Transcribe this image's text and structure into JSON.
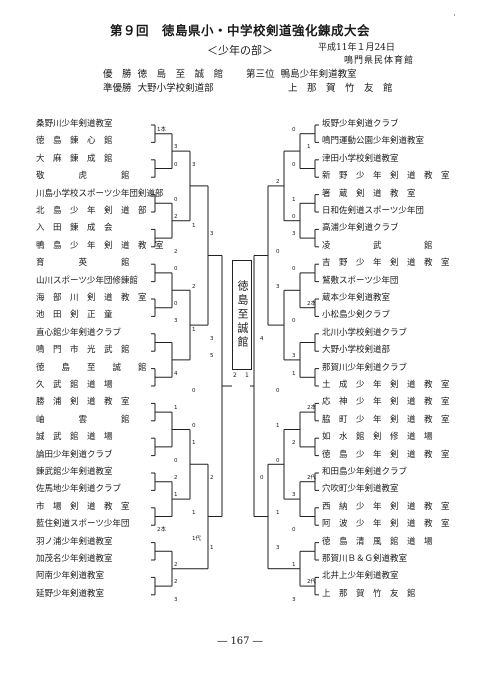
{
  "header": {
    "title": "第９回　徳島県小・中学校剣道強化錬成大会",
    "subtitle": "＜少年の部＞",
    "date": "平成11年１月24日",
    "venue": "鳴門県民体育館",
    "corner_mark": "・"
  },
  "results": [
    {
      "rank": "優　勝",
      "team": "徳　島　至　誠　館"
    },
    {
      "rank": "第三位",
      "team": "鴨島少年剣道教室"
    },
    {
      "rank": "準優勝",
      "team": "大野小学校剣道部"
    },
    {
      "rank": "",
      "team": "上　那　賀　竹　友　館"
    }
  ],
  "left_teams": [
    "桑野川少年剣道教室",
    "徳　島　錬　心　館",
    "大　麻　錬　成　館",
    "敬　　　　虎　　　　館",
    "川島小学校スポーツ少年団剣道部",
    "北　島　少　年　剣　道　部",
    "入　田　錬　成　会",
    "鴨　島　少　年　剣　道　教　室",
    "育　　　　英　　　　館",
    "山川スポーツ少年団修錬館",
    "海　部　川　剣　道　教　室",
    "池　田　剣　正　童",
    "直心館少年剣道クラブ",
    "鳴　門　市　光　武　館",
    "徳　　島　　至　　誠　　館",
    "久　武　館　道　場",
    "勝　浦　剣　道　教　室",
    "岫　　　　雲　　　　館",
    "誠　武　館　道　場",
    "論田少年剣道クラブ",
    "錬武館少年剣道教室",
    "佐馬地少年剣道クラブ",
    "市　場　剣　道　教　室",
    "藍住剣道スポーツ少年団",
    "羽ノ浦少年剣道教室",
    "加茂名少年剣道教室",
    "阿南少年剣道教室",
    "延野少年剣道教室"
  ],
  "right_teams": [
    "坂野少年剣道クラブ",
    "鳴門運動公園少年剣道教室",
    "津田小学校剣道教室",
    "新　野　少　年　剣　道　教　室",
    "箸　蔵　剣　道　教　室",
    "日和佐剣道スポーツ少年団",
    "高浦少年剣道クラブ",
    "凌　　　　　武　　　　　館",
    "吉　野　少　年　剣　道　教　室",
    "鷲敷スポーツ少年団",
    "蔵本少年剣道教室",
    "小松島少剣クラブ",
    "北川小学校剣道クラブ",
    "大野小学校剣道部",
    "那賀川少年剣道クラブ",
    "土　成　少　年　剣　道　教　室",
    "応　神　少　年　剣　道　教　室",
    "脇　町　少　年　剣　道　教　室",
    "如　水　館　剣　修　道　場",
    "徳　島　少　年　剣　道　教　室",
    "和田島少年剣道クラブ",
    "穴吹町少年剣道教室",
    "西　納　少　年　剣　道　教　室",
    "阿　波　少　年　剣　道　教　室",
    "徳　島　清　風　館　道　場",
    "那賀川Ｂ＆Ｇ剣道教室",
    "北井上少年剣道教室",
    "上　那　賀　竹　友　館"
  ],
  "champion": "徳島至誠館",
  "final_scores": [
    "2",
    "1"
  ],
  "page_number": "― 167 ―",
  "left_scores": [
    {
      "text": "1本",
      "row": 0,
      "col": 0
    },
    {
      "text": "3",
      "row": 1,
      "col": 1
    },
    {
      "text": "0",
      "row": 2,
      "col": 1
    },
    {
      "text": "3",
      "row": 2,
      "col": 2
    },
    {
      "text": "0",
      "row": 4,
      "col": 1
    },
    {
      "text": "2",
      "row": 5,
      "col": 1
    },
    {
      "text": "1",
      "row": 5.5,
      "col": 2
    },
    {
      "text": "3",
      "row": 6,
      "col": 3
    },
    {
      "text": "2",
      "row": 7,
      "col": 1
    },
    {
      "text": "0",
      "row": 8,
      "col": 1
    },
    {
      "text": "2",
      "row": 9,
      "col": 2
    },
    {
      "text": "0",
      "row": 10,
      "col": 1
    },
    {
      "text": "3",
      "row": 11,
      "col": 1
    },
    {
      "text": "1",
      "row": 11.5,
      "col": 2
    },
    {
      "text": "3",
      "row": 12,
      "col": 3
    },
    {
      "text": "5",
      "row": 13,
      "col": 3
    },
    {
      "text": "4",
      "row": 14,
      "col": 1
    },
    {
      "text": "0",
      "row": 15,
      "col": 2
    },
    {
      "text": "1",
      "row": 16,
      "col": 1
    },
    {
      "text": "0",
      "row": 17,
      "col": 2
    },
    {
      "text": "1",
      "row": 18,
      "col": 2
    },
    {
      "text": "0",
      "row": 19,
      "col": 1
    },
    {
      "text": "2",
      "row": 20,
      "col": 1
    },
    {
      "text": "2",
      "row": 20,
      "col": 3
    },
    {
      "text": "1",
      "row": 21,
      "col": 1
    },
    {
      "text": "1",
      "row": 22,
      "col": 2
    },
    {
      "text": "2本",
      "row": 23,
      "col": 0
    },
    {
      "text": "1代",
      "row": 23.5,
      "col": 2
    },
    {
      "text": "1",
      "row": 24,
      "col": 3
    },
    {
      "text": "2",
      "row": 25,
      "col": 1
    },
    {
      "text": "2",
      "row": 26,
      "col": 1
    },
    {
      "text": "3",
      "row": 27,
      "col": 1
    }
  ],
  "right_scores": [
    {
      "text": "0",
      "row": 0,
      "col": 1
    },
    {
      "text": "1",
      "row": 1,
      "col": 0
    },
    {
      "text": "0",
      "row": 2,
      "col": 1
    },
    {
      "text": "2",
      "row": 3,
      "col": 2
    },
    {
      "text": "1",
      "row": 4,
      "col": 1
    },
    {
      "text": "0",
      "row": 5,
      "col": 1
    },
    {
      "text": "3",
      "row": 6,
      "col": 1
    },
    {
      "text": "0",
      "row": 7,
      "col": 2
    },
    {
      "text": "0",
      "row": 8,
      "col": 1
    },
    {
      "text": "3",
      "row": 9,
      "col": 2
    },
    {
      "text": "2本",
      "row": 10,
      "col": 0
    },
    {
      "text": "0",
      "row": 11,
      "col": 1
    },
    {
      "text": "4",
      "row": 12,
      "col": 3
    },
    {
      "text": "3",
      "row": 13,
      "col": 1
    },
    {
      "text": "1",
      "row": 14,
      "col": 1
    },
    {
      "text": "0",
      "row": 15,
      "col": 2
    },
    {
      "text": "2本",
      "row": 16,
      "col": 0
    },
    {
      "text": "1",
      "row": 17,
      "col": 2
    },
    {
      "text": "2",
      "row": 18,
      "col": 1
    },
    {
      "text": "0",
      "row": 19,
      "col": 2
    },
    {
      "text": "2代",
      "row": 20,
      "col": 0
    },
    {
      "text": "0",
      "row": 20,
      "col": 3
    },
    {
      "text": "3",
      "row": 21,
      "col": 1
    },
    {
      "text": "1",
      "row": 22,
      "col": 2
    },
    {
      "text": "0",
      "row": 23,
      "col": 1
    },
    {
      "text": "3",
      "row": 24,
      "col": 2
    },
    {
      "text": "1",
      "row": 25,
      "col": 1
    },
    {
      "text": "2代",
      "row": 26,
      "col": 0
    },
    {
      "text": "3",
      "row": 27,
      "col": 1
    }
  ]
}
